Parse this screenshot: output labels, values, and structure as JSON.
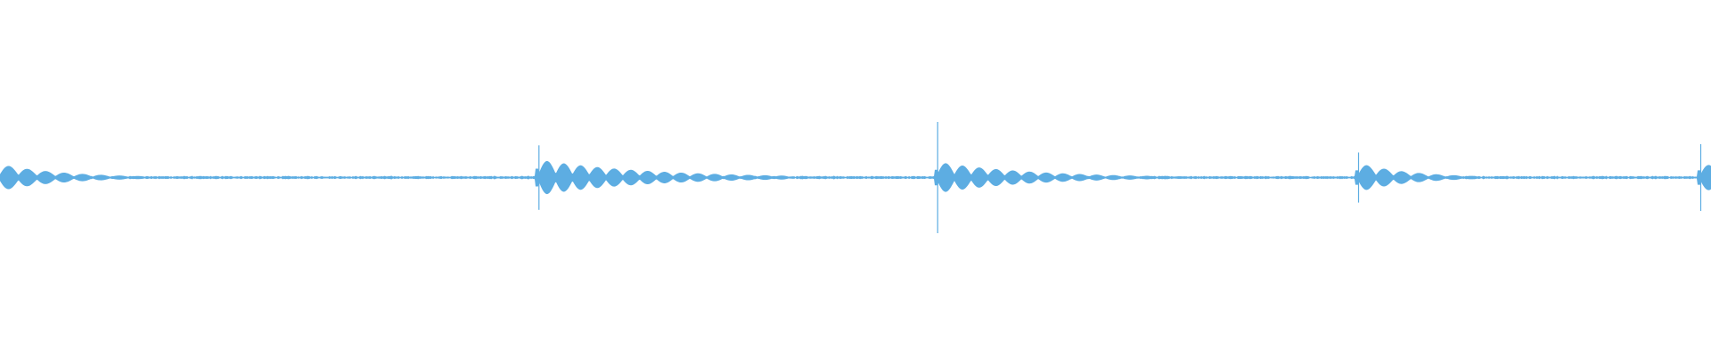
{
  "waveform": {
    "wave_color": "#5dade2",
    "background_color": "#ffffff",
    "visible_duration": 1.0,
    "peak_amplitude": 1.0,
    "baseline_noise": 0.015,
    "transients": [
      {
        "time": 0.0,
        "amplitude": 0.12,
        "spike": 0.0,
        "lobes": 6,
        "lobe_spacing": 0.0108,
        "decay": 0.75
      },
      {
        "time": 0.315,
        "amplitude": 0.16,
        "spike": 0.58,
        "lobes": 13,
        "lobe_spacing": 0.0098,
        "decay": 0.86
      },
      {
        "time": 0.548,
        "amplitude": 0.14,
        "spike": 1.0,
        "lobes": 13,
        "lobe_spacing": 0.0098,
        "decay": 0.84
      },
      {
        "time": 0.794,
        "amplitude": 0.13,
        "spike": 0.45,
        "lobes": 5,
        "lobe_spacing": 0.0102,
        "decay": 0.72
      },
      {
        "time": 0.994,
        "amplitude": 0.13,
        "spike": 0.6,
        "lobes": 2,
        "lobe_spacing": 0.01,
        "decay": 0.75
      }
    ]
  }
}
